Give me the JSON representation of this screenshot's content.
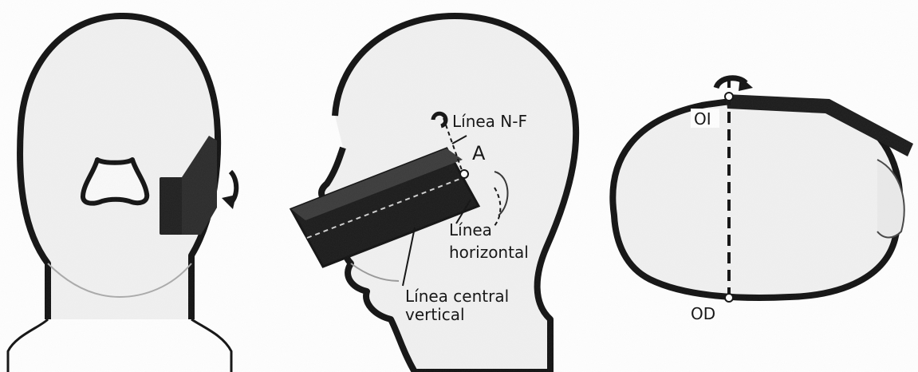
{
  "labels": {
    "linea_nf": "Línea N-F",
    "point_a": "A",
    "linea_horizontal_1": "Línea",
    "linea_horizontal_2": "horizontal",
    "linea_central_1": "Línea central",
    "linea_central_2": "vertical",
    "oi": "OI",
    "od": "OD"
  },
  "colors": {
    "outline": "#111111",
    "fill": "#f2f2f2",
    "device": "#222222",
    "background": "#ffffff"
  }
}
